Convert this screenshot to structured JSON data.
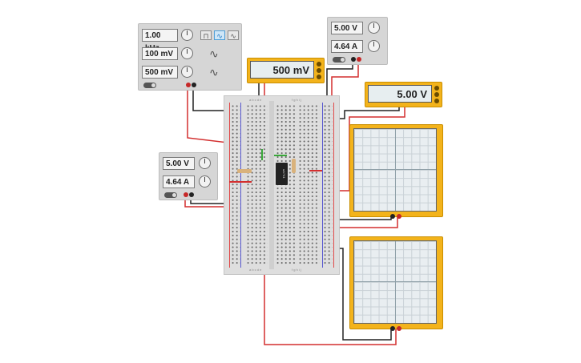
{
  "function_generator": {
    "frequency": "1.00 kHz",
    "amplitude": "100 mV",
    "offset": "500 mV",
    "waveforms": [
      "square-wave-icon",
      "sine-wave-icon",
      "triangle-wave-icon"
    ],
    "active_waveform": "sine"
  },
  "multimeter_1": {
    "reading": "500 mV"
  },
  "multimeter_2": {
    "reading": "5.00 V"
  },
  "power_supply_top": {
    "voltage": "5.00 V",
    "current": "4.64 A"
  },
  "power_supply_left": {
    "voltage": "5.00 V",
    "current": "4.64 A"
  },
  "chip": {
    "label": "uA741"
  },
  "colors": {
    "wire_red": "#d32f2f",
    "wire_black": "#222222",
    "wire_green": "#3aa83a",
    "instrument_yellow": "#f3b31b"
  }
}
